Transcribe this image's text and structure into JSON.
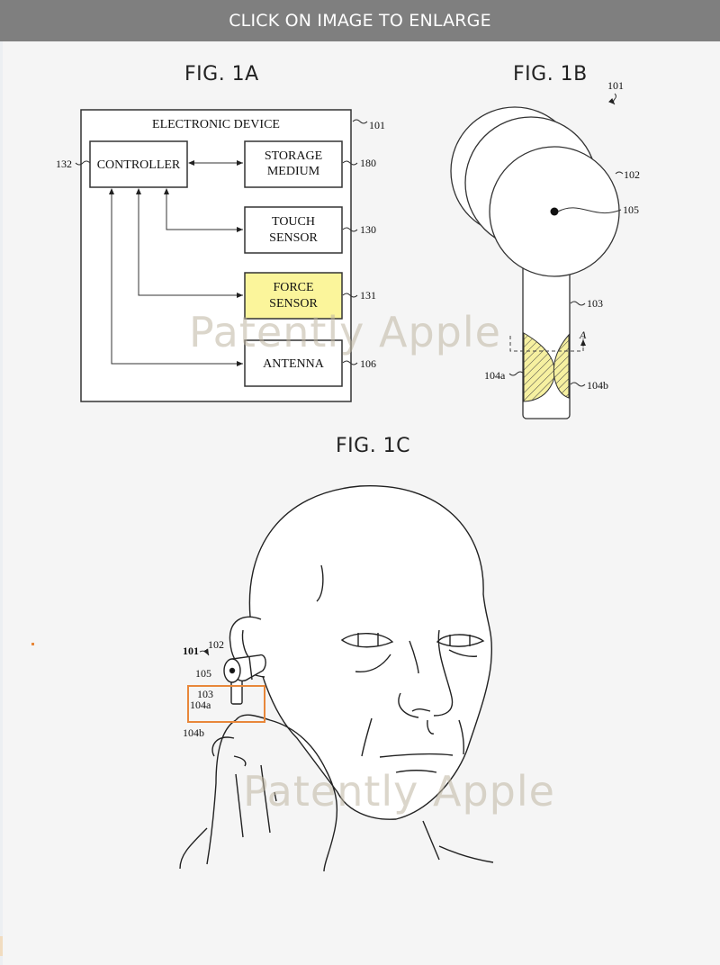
{
  "banner": {
    "text": "CLICK ON IMAGE TO ENLARGE"
  },
  "figures": {
    "fig1a": {
      "title": "FIG. 1A",
      "container_label": "ELECTRONIC DEVICE",
      "container_ref": "101",
      "blocks": [
        {
          "id": "controller",
          "lines": [
            "CONTROLLER"
          ],
          "ref": "132"
        },
        {
          "id": "storage",
          "lines": [
            "STORAGE",
            "MEDIUM"
          ],
          "ref": "180"
        },
        {
          "id": "touch",
          "lines": [
            "TOUCH",
            "SENSOR"
          ],
          "ref": "130"
        },
        {
          "id": "force",
          "lines": [
            "FORCE",
            "SENSOR"
          ],
          "ref": "131",
          "highlight": "#fbf59b"
        },
        {
          "id": "antenna",
          "lines": [
            "ANTENNA"
          ],
          "ref": "106"
        }
      ]
    },
    "fig1b": {
      "title": "FIG. 1B",
      "refs": {
        "device": "101",
        "head": "102",
        "sensor_dot": "105",
        "stem": "103",
        "left_zone": "104a",
        "right_zone": "104b",
        "section": "A"
      },
      "zone_color": "#f6f0a0"
    },
    "fig1c": {
      "title": "FIG. 1C",
      "refs": {
        "device": "101",
        "head": "102",
        "sensor_dot": "105",
        "stem": "103",
        "left_zone": "104a",
        "right_zone": "104b"
      },
      "highlight_box_color": "#e8873a"
    }
  },
  "watermark": {
    "text": "Patently Apple",
    "color": "#c8bfae"
  }
}
